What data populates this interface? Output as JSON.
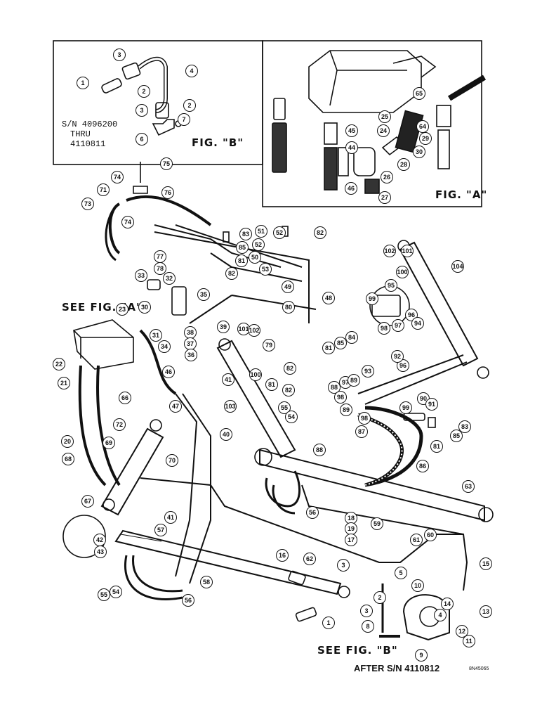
{
  "figure_a": {
    "caption": "FIG. \"A\""
  },
  "figure_b": {
    "caption": "FIG. \"B\"",
    "serial_note": [
      "S/N 4096200",
      "THRU",
      "4110811"
    ]
  },
  "see_fig_a": "SEE FIG. \"A\"",
  "see_fig_b": "SEE FIG. \"B\"",
  "after_serial": "AFTER S/N 4110812",
  "drawing_code": "8N45065",
  "callouts": [
    "1",
    "2",
    "3",
    "4",
    "5",
    "6",
    "7",
    "8",
    "9",
    "10",
    "11",
    "12",
    "13",
    "14",
    "15",
    "16",
    "17",
    "18",
    "19",
    "20",
    "21",
    "22",
    "23",
    "24",
    "25",
    "26",
    "27",
    "28",
    "29",
    "30",
    "31",
    "32",
    "33",
    "34",
    "35",
    "36",
    "37",
    "38",
    "39",
    "40",
    "41",
    "42",
    "43",
    "44",
    "45",
    "46",
    "47",
    "48",
    "49",
    "50",
    "51",
    "52",
    "53",
    "54",
    "55",
    "56",
    "57",
    "58",
    "59",
    "60",
    "61",
    "62",
    "63",
    "64",
    "65",
    "66",
    "67",
    "68",
    "69",
    "70",
    "71",
    "72",
    "73",
    "74",
    "75",
    "76",
    "77",
    "78",
    "79",
    "80",
    "81",
    "82",
    "83",
    "84",
    "85",
    "86",
    "87",
    "88",
    "89",
    "90",
    "91",
    "92",
    "93",
    "94",
    "95",
    "96",
    "97",
    "98",
    "99",
    "100",
    "101",
    "102",
    "103",
    "104"
  ]
}
